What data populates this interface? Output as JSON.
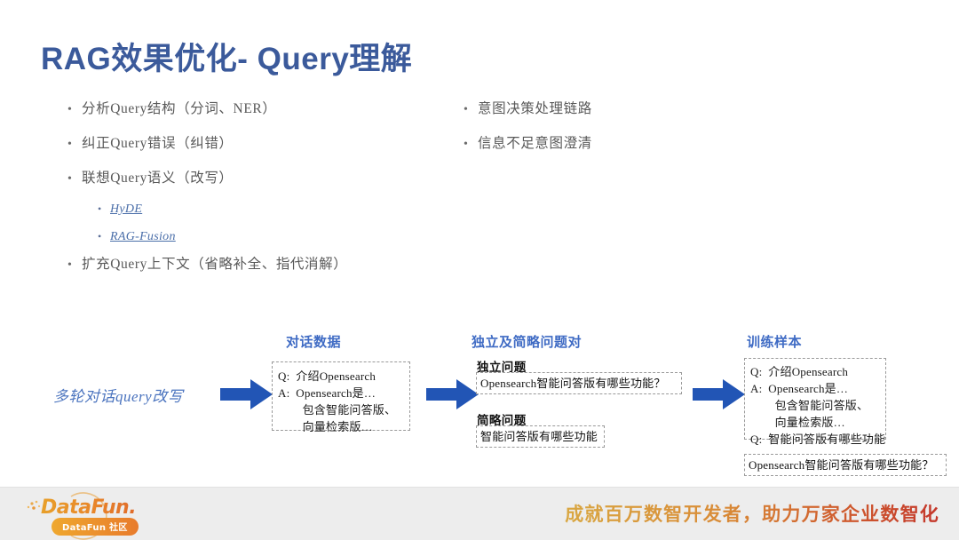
{
  "slide": {
    "title": "RAG效果优化- Query理解",
    "title_color": "#3B5A9B"
  },
  "bullets": {
    "left": [
      {
        "text": "分析Query结构（分词、NER）"
      },
      {
        "text": "纠正Query错误（纠错）"
      },
      {
        "text": "联想Query语义（改写）"
      },
      {
        "text": "扩充Query上下文（省略补全、指代消解）"
      }
    ],
    "sub_links": [
      {
        "label": "HyDE"
      },
      {
        "label": "RAG-Fusion"
      }
    ],
    "right": [
      {
        "text": "意图决策处理链路"
      },
      {
        "text": "信息不足意图澄清"
      }
    ],
    "bullet_glyph": "•"
  },
  "diagram": {
    "stage_label": "多轮对话query改写",
    "columns": [
      {
        "header": "对话数据"
      },
      {
        "header": "独立及简略问题对"
      },
      {
        "header": "训练样本"
      }
    ],
    "box1": {
      "lines": [
        "Q:  介绍Opensearch",
        "A:  Opensearch是…",
        "        包含智能问答版、",
        "        向量检索版…"
      ]
    },
    "box2": {
      "heading_independent": "独立问题",
      "text_independent": "Opensearch智能问答版有哪些功能？",
      "heading_brief": "简略问题",
      "text_brief": "智能问答版有哪些功能"
    },
    "box3": {
      "lines": [
        "Q:  介绍Opensearch",
        "A:  Opensearch是…",
        "        包含智能问答版、",
        "        向量检索版…",
        "Q:  智能问答版有哪些功能"
      ],
      "result_text": "Opensearch智能问答版有哪些功能？"
    },
    "arrow_color": "#2255B5"
  },
  "footer": {
    "logo_text": "DataFun.",
    "logo_badge": "DataFun 社区",
    "tagline": "成就百万数智开发者，助力万家企业数智化"
  }
}
